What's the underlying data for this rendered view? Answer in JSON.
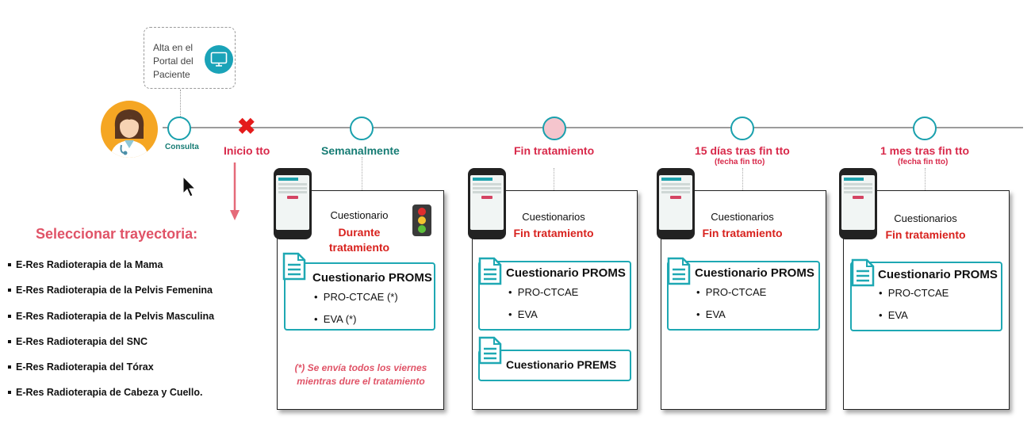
{
  "portal": {
    "text": "Alta en el Portal del Paciente",
    "icon": "monitor-icon"
  },
  "consulta_label": "Consulta",
  "inicio_label": "Inicio tto",
  "milestones": [
    {
      "label": "Semanalmente",
      "sub": ""
    },
    {
      "label": "Fin tratamiento",
      "sub": ""
    },
    {
      "label": "15 días tras fin tto",
      "sub": "(fecha fin tto)"
    },
    {
      "label": "1 mes tras fin tto",
      "sub": "(fecha fin tto)"
    }
  ],
  "trajectory": {
    "title": "Seleccionar trayectoria:",
    "items": [
      "E-Res Radioterapia de la Mama",
      "E-Res Radioterapia de la Pelvis Femenina",
      "E-Res Radioterapia de la Pelvis Masculina",
      "E-Res Radioterapia del SNC",
      "E-Res Radioterapia del Tórax",
      "E-Res Radioterapia de Cabeza y Cuello."
    ]
  },
  "cards": [
    {
      "title": "Cuestionario",
      "subtitle": "Durante tratamiento",
      "proms_title": "Cuestionario PROMS",
      "proms_items": [
        "PRO-CTCAE (*)",
        "EVA (*)"
      ],
      "note": "(*) Se envía todos los viernes mientras dure el tratamiento"
    },
    {
      "title": "Cuestionarios",
      "subtitle": "Fin tratamiento",
      "proms_title": "Cuestionario PROMS",
      "proms_items": [
        "PRO-CTCAE",
        "EVA"
      ],
      "prems_title": "Cuestionario PREMS"
    },
    {
      "title": "Cuestionarios",
      "subtitle": "Fin tratamiento",
      "proms_title": "Cuestionario PROMS",
      "proms_items": [
        "PRO-CTCAE",
        "EVA"
      ]
    },
    {
      "title": "Cuestionarios",
      "subtitle": "Fin tratamiento",
      "proms_title": "Cuestionario PROMS",
      "proms_items": [
        "PRO-CTCAE",
        "EVA"
      ]
    }
  ],
  "colors": {
    "teal": "#1ea8b3",
    "red": "#d8221e",
    "pink": "#e05367",
    "node_fill_end": "#f5c5cd"
  }
}
